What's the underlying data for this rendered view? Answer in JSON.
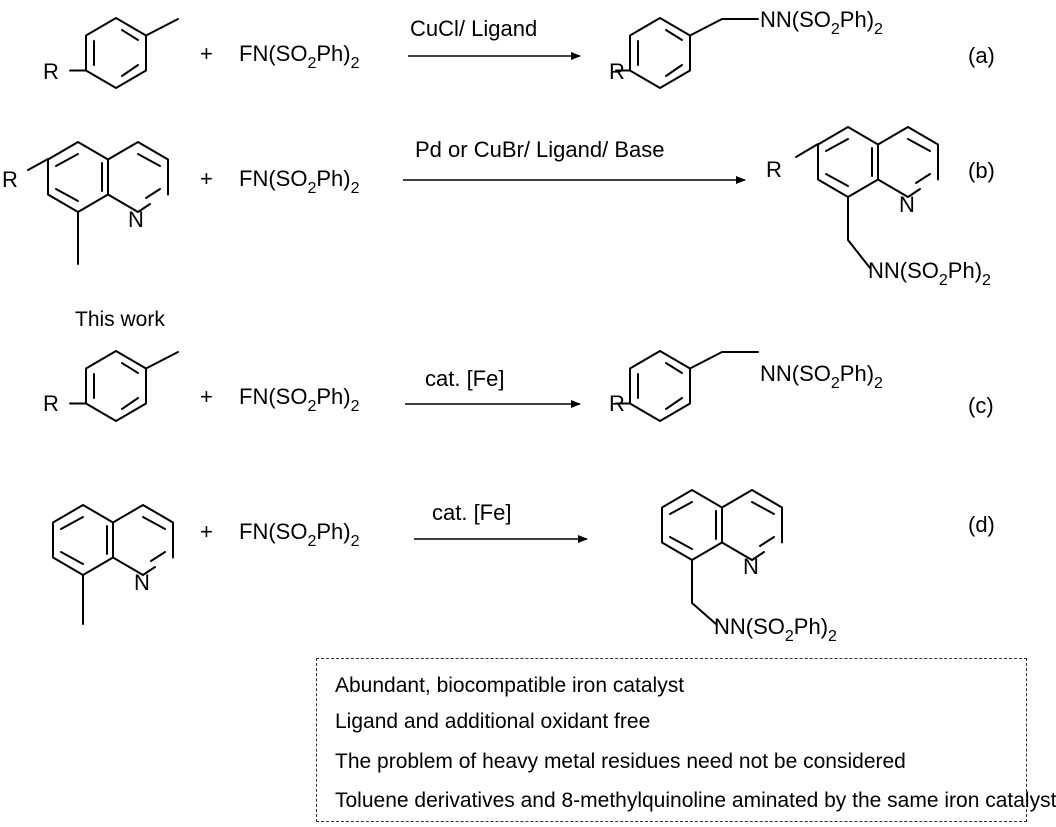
{
  "reagent": {
    "prefix": "FN(SO",
    "sub": "2",
    "suffix": "Ph)"
  },
  "product_group": {
    "prefix": "N(SO",
    "sub": "2",
    "suffix": "Ph)"
  },
  "substituent": "R",
  "ring_n": "N",
  "plus": "+",
  "heading": "This work",
  "reactions": [
    {
      "label": "(a)",
      "conditions": "CuCl/ Ligand"
    },
    {
      "label": "(b)",
      "conditions": "Pd or CuBr/ Ligand/ Base"
    },
    {
      "label": "(c)",
      "conditions": "cat. [Fe]"
    },
    {
      "label": "(d)",
      "conditions": "cat. [Fe]"
    }
  ],
  "advantages": [
    "Abundant, biocompatible iron catalyst",
    "Ligand and additional oxidant free",
    "The problem of heavy metal residues need not be considered",
    "Toluene derivatives and 8-methylquinoline aminated by the same iron catalyst"
  ]
}
